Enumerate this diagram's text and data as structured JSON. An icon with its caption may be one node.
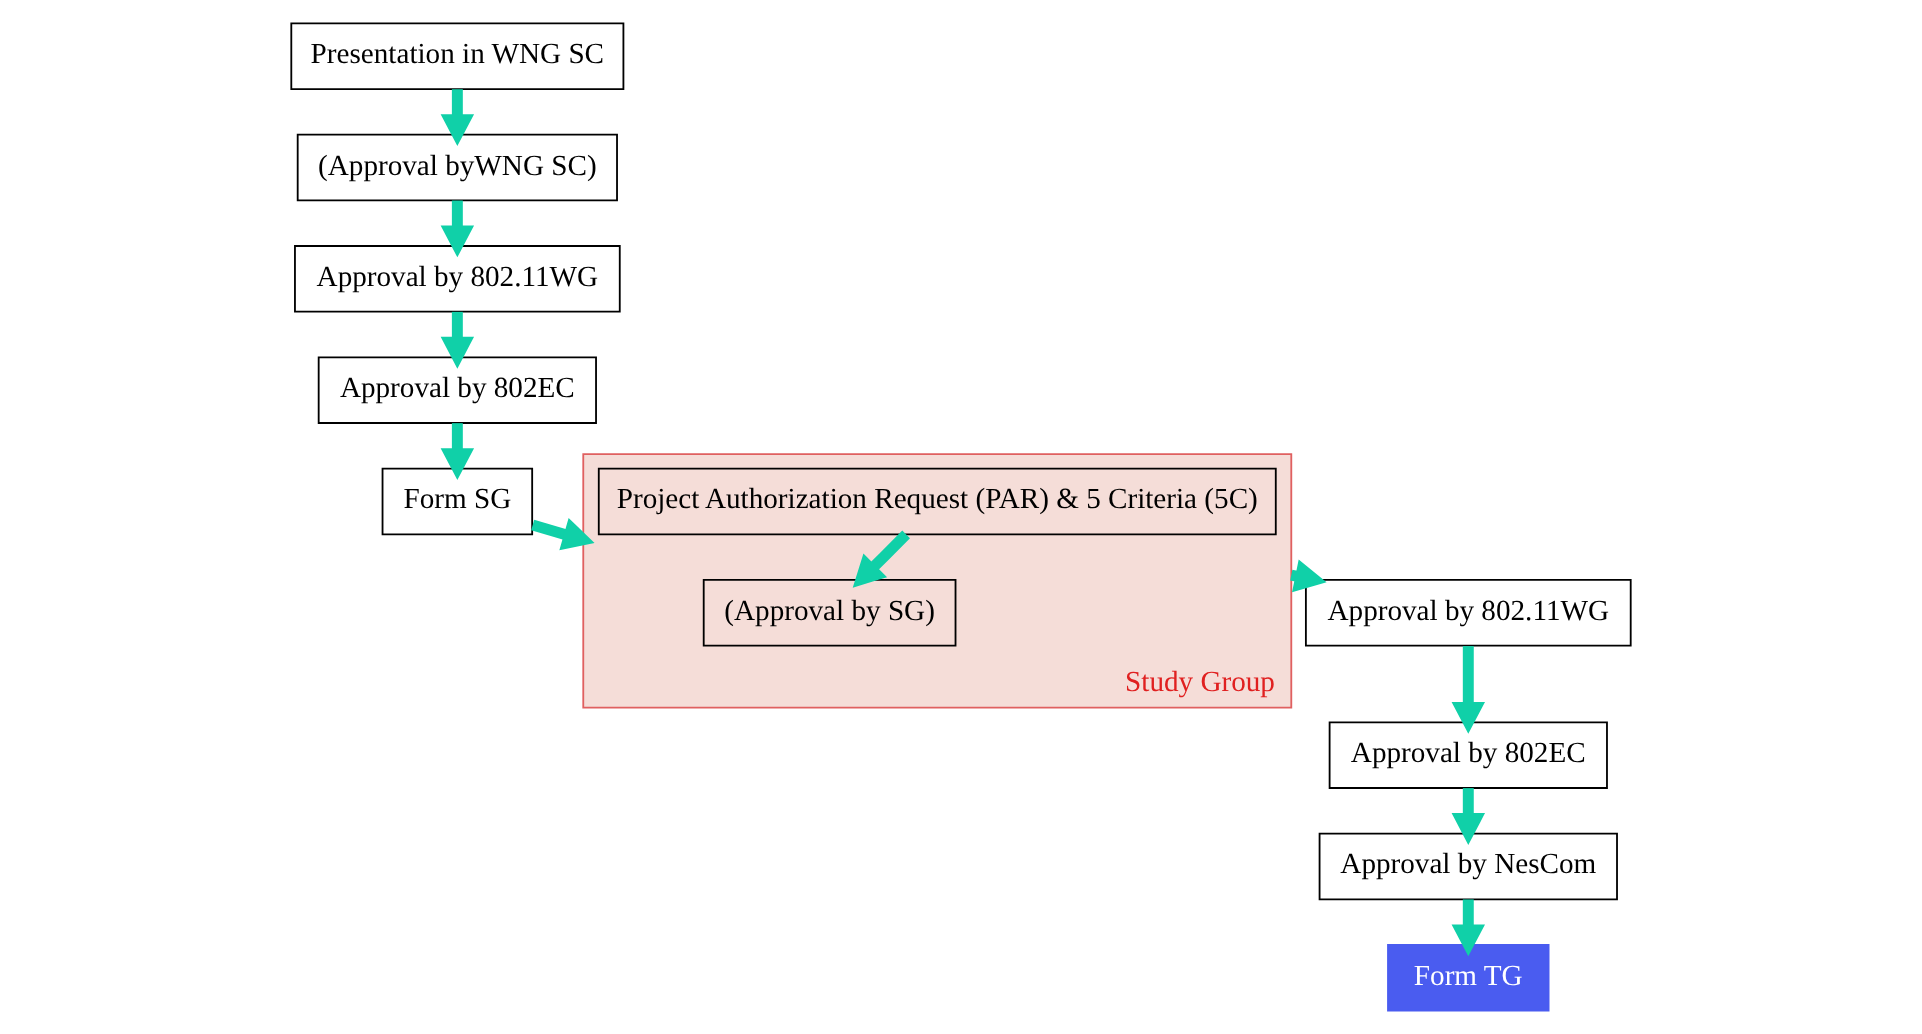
{
  "diagram": {
    "nodes": [
      {
        "text": [
          "Presentation in WNG SC"
        ]
      },
      {
        "text": [
          "(Approval byWNG SC)"
        ]
      },
      {
        "text": [
          "Approval by 802.11WG"
        ]
      },
      {
        "text": [
          "Approval by 802EC"
        ]
      },
      {
        "text": [
          "Form SG"
        ]
      },
      {
        "text": [
          "Study Group"
        ]
      },
      {
        "text": [
          "Project Authorization Request (PAR) & 5 Criteria (5C)"
        ],
        "in": 5
      },
      {
        "text": [
          "(Approval by SG)"
        ],
        "in": 5
      },
      {
        "text": [
          "Approval by 802.11WG"
        ]
      },
      {
        "text": [
          "Approval by 802EC"
        ]
      },
      {
        "text": [
          "Approval by NesCom"
        ]
      },
      {
        "text": [
          "Form TG"
        ]
      }
    ],
    "edges": [
      {
        "from": 0,
        "to": 1,
        "arrow": "to"
      },
      {
        "from": 1,
        "to": 2,
        "arrow": "to"
      },
      {
        "from": 2,
        "to": 3,
        "arrow": "to"
      },
      {
        "from": 3,
        "to": 4,
        "arrow": "to"
      },
      {
        "from": 4,
        "to": 5,
        "arrow": "to"
      },
      {
        "from": 6,
        "to": 7,
        "arrow": "to"
      },
      {
        "from": 5,
        "to": 8,
        "arrow": "to"
      },
      {
        "from": 8,
        "to": 9,
        "arrow": "to"
      },
      {
        "from": 9,
        "to": 10,
        "arrow": "to"
      },
      {
        "from": 10,
        "to": 11,
        "arrow": "to"
      }
    ]
  }
}
